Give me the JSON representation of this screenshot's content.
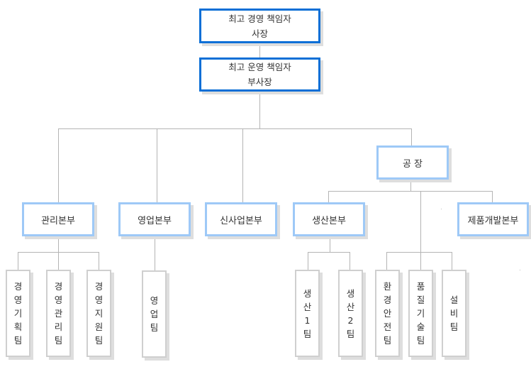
{
  "title": "조직도",
  "executives": {
    "ceo": {
      "line1": "최고 경영 책임자",
      "line2": "사장"
    },
    "coo": {
      "line1": "최고 운영 책임자",
      "line2": "부사장"
    }
  },
  "factory": {
    "label": "공 장"
  },
  "departments": [
    {
      "id": "admin",
      "label": "관리본부"
    },
    {
      "id": "sales",
      "label": "영업본부"
    },
    {
      "id": "newbiz",
      "label": "신사업본부"
    },
    {
      "id": "production",
      "label": "생산본부"
    },
    {
      "id": "product-dev",
      "label": "제품개발본부"
    }
  ],
  "teams": [
    {
      "dept": "admin",
      "label": "경영기획팀"
    },
    {
      "dept": "admin",
      "label": "경영관리팀"
    },
    {
      "dept": "admin",
      "label": "경영지원팀"
    },
    {
      "dept": "sales",
      "label": "영업팀"
    },
    {
      "dept": "production",
      "label": "생산1팀"
    },
    {
      "dept": "production",
      "label": "생산2팀"
    },
    {
      "dept": "factory",
      "label": "환경안전팀"
    },
    {
      "dept": "factory",
      "label": "품질기술팀"
    },
    {
      "dept": "factory",
      "label": "설비팀"
    }
  ]
}
